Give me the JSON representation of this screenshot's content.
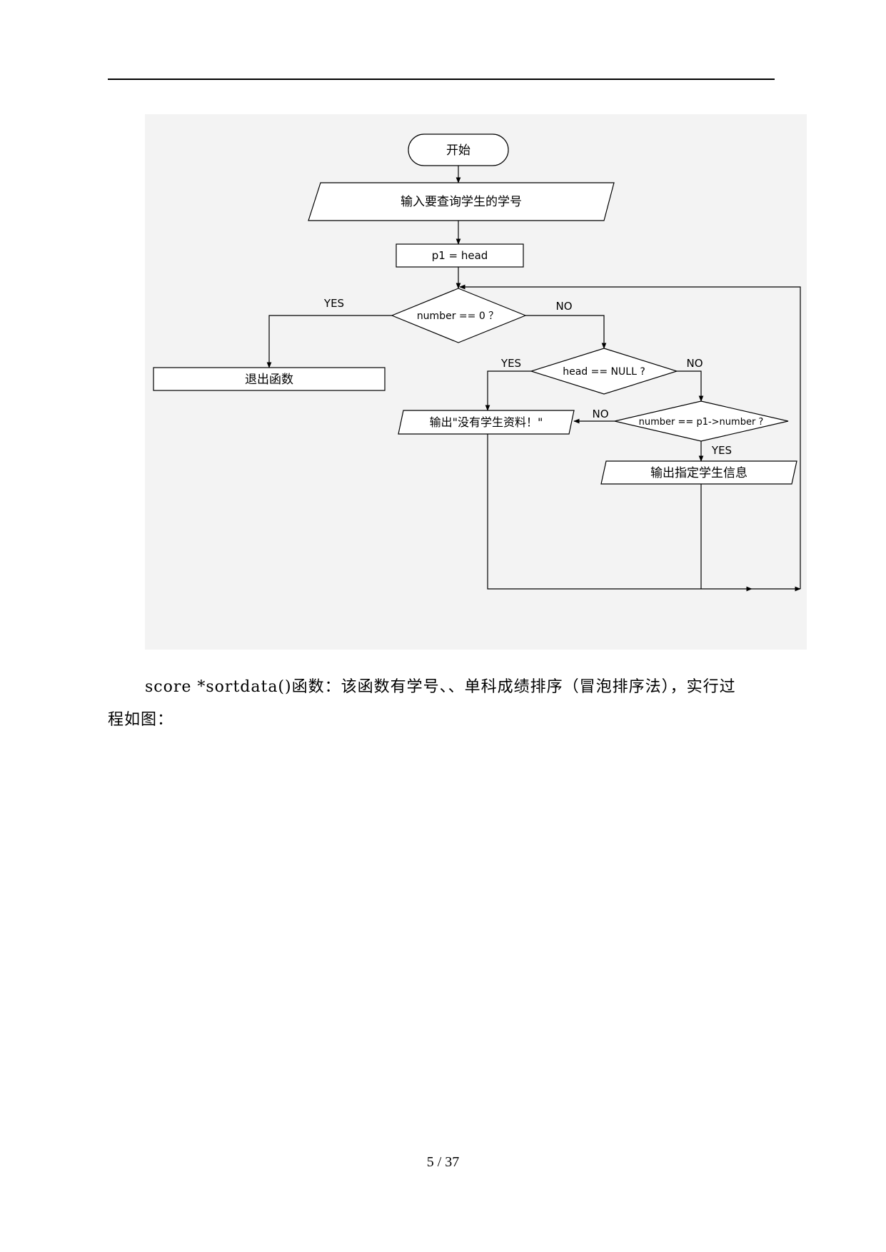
{
  "flowchart": {
    "start": "开始",
    "input": "输入要查询学生的学号",
    "assign": "p1 = head",
    "decision_number_zero": "number == 0 ？",
    "decision_head_null": "head == NULL ?",
    "decision_number_match": "number == p1->number ?",
    "exit": "退出函数",
    "output_no_data": "输出\"没有学生资料！\"",
    "output_info": "输出指定学生信息",
    "labels": {
      "yes_zero": "YES",
      "no_zero": "NO",
      "yes_null": "YES",
      "no_null": "NO",
      "no_match": "NO",
      "yes_match": "YES"
    }
  },
  "paragraph": {
    "line1": "score *sortdata()函数：该函数有学号、、单科成绩排序（冒泡排序法），实行过",
    "line2": "程如图："
  },
  "page_number": "5 / 37"
}
